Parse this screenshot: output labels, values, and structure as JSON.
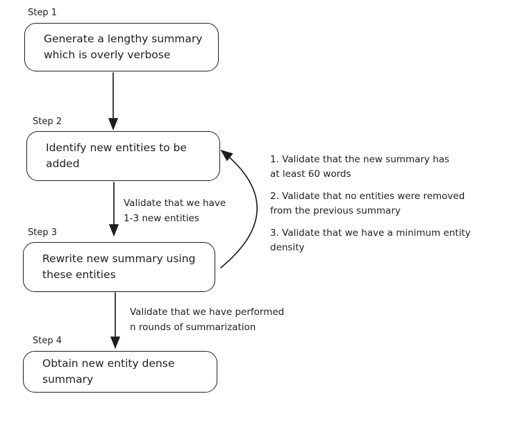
{
  "diagram": {
    "background": "#ffffff",
    "ink": "#1e1e1e"
  },
  "steps": [
    {
      "label": "Step 1",
      "text": "Generate a lengthy summary\nwhich is overly verbose"
    },
    {
      "label": "Step 2",
      "text": "Identify new entities to be\nadded"
    },
    {
      "label": "Step 3",
      "text": "Rewrite new summary using\nthese entities"
    },
    {
      "label": "Step 4",
      "text": "Obtain new entity dense\nsummary"
    }
  ],
  "edges": [
    {
      "from": "Step 1",
      "to": "Step 2",
      "label": ""
    },
    {
      "from": "Step 2",
      "to": "Step 3",
      "label": "Validate that we have\n1-3 new entities"
    },
    {
      "from": "Step 3",
      "to": "Step 4",
      "label": "Validate that we have performed\nn rounds of summarization"
    },
    {
      "from": "Step 3",
      "to": "Step 2",
      "label": ""
    }
  ],
  "loop_checks": [
    "1. Validate that the new summary has\nat least 60 words",
    "2. Validate that no entities were removed\nfrom the previous summary",
    "3. Validate that we have a minimum entity\ndensity"
  ]
}
